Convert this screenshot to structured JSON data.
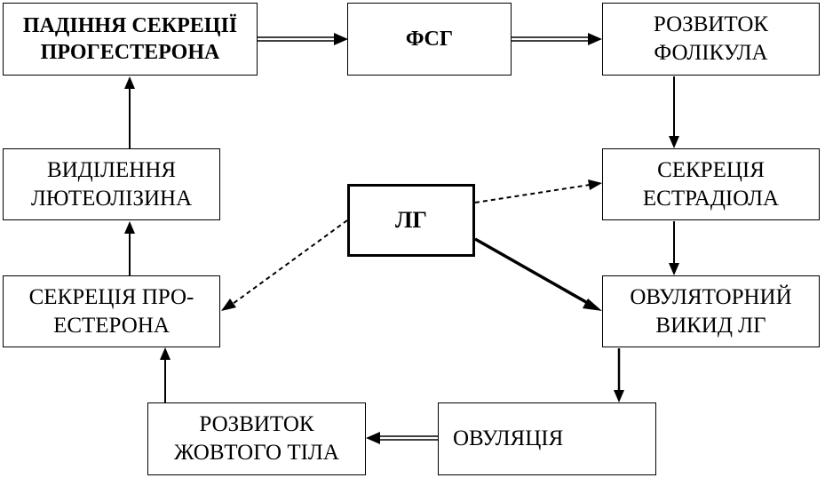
{
  "nodes": {
    "progesterone_fall": [
      "ПАДІННЯ СЕКРЕЦІЇ",
      "ПРОГЕСТЕРОНА"
    ],
    "fsh": [
      "ФСГ"
    ],
    "follicle_growth": [
      "РОЗВИТОК",
      "ФОЛІКУЛА"
    ],
    "luteolysin": [
      "ВИДІЛЕННЯ",
      "ЛЮТЕОЛІЗИНА"
    ],
    "lh": [
      "ЛГ"
    ],
    "estradiol": [
      "СЕКРЕЦІЯ",
      "ЕСТРАДІОЛА"
    ],
    "progesterone_secretion": [
      "СЕКРЕЦІЯ ПРО-",
      "ЕСТЕРОНА"
    ],
    "lh_surge": [
      "ОВУЛЯТОРНИЙ",
      "ВИКИД ЛГ"
    ],
    "corpus_luteum": [
      "РОЗВИТОК",
      "ЖОВТОГО ТІЛА"
    ],
    "ovulation": [
      "ОВУЛЯЦІЯ"
    ]
  }
}
